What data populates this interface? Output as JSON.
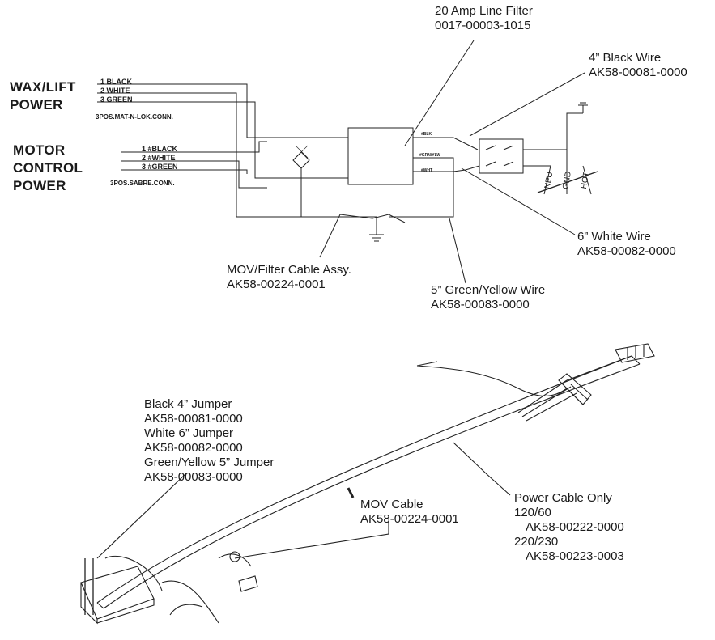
{
  "top_diagram": {
    "line_filter": {
      "title": "20 Amp Line Filter",
      "part": "0017-00003-1015"
    },
    "black_wire": {
      "title": "4” Black Wire",
      "part": "AK58-00081-0000"
    },
    "white_wire": {
      "title": "6” White Wire",
      "part": "AK58-00082-0000"
    },
    "green_wire": {
      "title": "5” Green/Yellow  Wire",
      "part": "AK58-00083-0000"
    },
    "mov_filter": {
      "title": "MOV/Filter Cable Assy.",
      "part": "AK58-00224-0001"
    },
    "wax_lift": {
      "line1": "WAX/LIFT",
      "line2": "POWER",
      "wires": [
        "1  BLACK",
        "2  WHITE",
        "3  GREEN"
      ],
      "connector": "3POS.MAT-N-LOK.CONN."
    },
    "motor_control": {
      "line1": "MOTOR",
      "line2": "CONTROL",
      "line3": "POWER",
      "wires": [
        "1  #BLACK",
        "2  #WHITE",
        "3  #GREEN"
      ],
      "connector": "3POS.SABRE.CONN."
    },
    "filter_box_labels": {
      "blk": "#BLK",
      "grn": "#GRN/YLW",
      "wht": "#WHT"
    },
    "terminals": [
      "NEU",
      "GND",
      "HOT"
    ]
  },
  "bottom_diagram": {
    "jumpers": [
      "Black 4” Jumper",
      "AK58-00081-0000",
      "White 6” Jumper",
      "AK58-00082-0000",
      "Green/Yellow 5” Jumper",
      "AK58-00083-0000"
    ],
    "mov_cable": {
      "title": "MOV Cable",
      "part": "AK58-00224-0001"
    },
    "power_cable": {
      "title": "Power Cable Only",
      "v1": "120/60",
      "p1": "AK58-00222-0000",
      "v2": "220/230",
      "p2": "AK58-00223-0003"
    }
  }
}
